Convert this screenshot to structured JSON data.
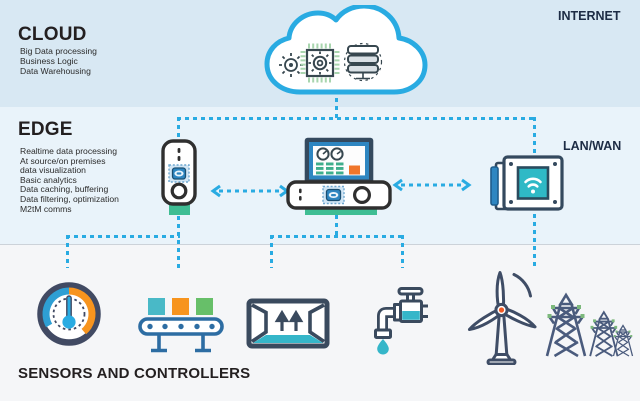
{
  "palette": {
    "dashed_line": "#29abe2",
    "cloud_outline": "#29abe2",
    "navy_icon": "#3a4a5e",
    "dark_navy_label": "#1d2c45",
    "heading_text": "#231f20",
    "cloud_band_bg": "#d8e8f3",
    "edge_band_bg": "#e9f3fa",
    "sensors_band_bg": "#f5f6f8",
    "green_base": "#3fbd93",
    "orange": "#f7941e",
    "teal": "#35b6c9",
    "blue": "#2e86c1"
  },
  "sections": {
    "cloud": {
      "title": "CLOUD",
      "network_label": "INTERNET",
      "items": [
        "Big Data processing",
        "Business Logic",
        "Data Warehousing"
      ]
    },
    "edge": {
      "title": "EDGE",
      "network_label": "LAN/WAN",
      "items": [
        "Realtime data processing",
        "At source/on premises",
        "data visualization",
        "Basic analytics",
        "Data caching, buffering",
        "Data filtering, optimization",
        "M2tM comms"
      ]
    },
    "sensors": {
      "title": "SENSORS AND CONTROLLERS"
    }
  },
  "icons": {
    "cloud-icon": "☁",
    "gear-icon": "⚙",
    "cpu-chip-icon": "▦",
    "server-stack-icon": "≣",
    "edge-gateway-icon": "▯",
    "control-panel-icon": "⌗",
    "edge-server-icon": "▭",
    "wifi-panel-icon": "📶",
    "double-arrow-icon": "⇔",
    "gauge-thermometer-icon": "🌡",
    "conveyor-belt-icon": "▣▣▣",
    "container-icon": "⇈",
    "faucet-icon": "🚰",
    "water-drop-icon": "💧",
    "wind-turbine-icon": "✳",
    "power-towers-icon": "🗼"
  }
}
